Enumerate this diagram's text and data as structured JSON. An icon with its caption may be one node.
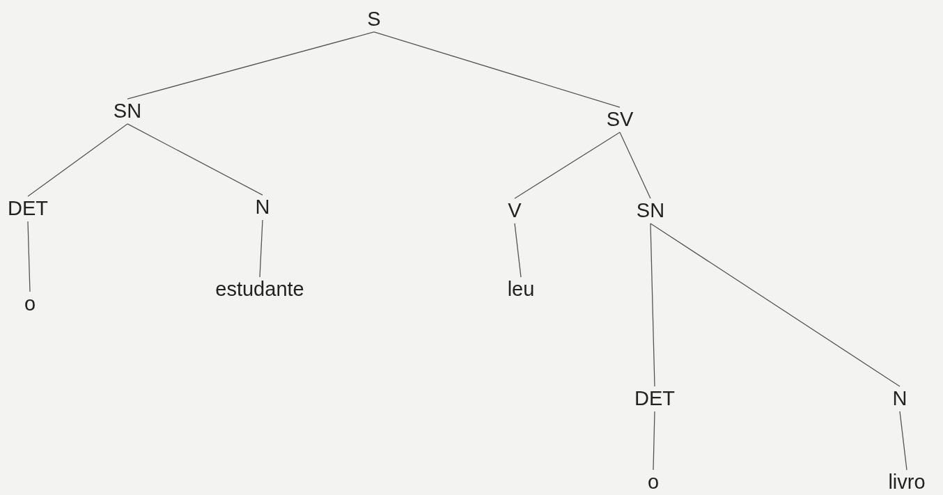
{
  "diagram": {
    "nodes": [
      {
        "text": [
          "S"
        ]
      },
      {
        "text": [
          "SN"
        ]
      },
      {
        "text": [
          "SV"
        ]
      },
      {
        "text": [
          "DET"
        ]
      },
      {
        "text": [
          "N"
        ]
      },
      {
        "text": [
          "o"
        ]
      },
      {
        "text": [
          "estudante"
        ]
      },
      {
        "text": [
          "V"
        ]
      },
      {
        "text": [
          "SN"
        ]
      },
      {
        "text": [
          "leu"
        ]
      },
      {
        "text": [
          "DET"
        ]
      },
      {
        "text": [
          "N"
        ]
      },
      {
        "text": [
          "o"
        ]
      },
      {
        "text": [
          "livro"
        ]
      }
    ],
    "edges": [
      {
        "from": 0,
        "to": 1,
        "arrow": "none"
      },
      {
        "from": 0,
        "to": 2,
        "arrow": "none"
      },
      {
        "from": 1,
        "to": 3,
        "arrow": "none"
      },
      {
        "from": 1,
        "to": 4,
        "arrow": "none"
      },
      {
        "from": 3,
        "to": 5,
        "arrow": "none"
      },
      {
        "from": 4,
        "to": 6,
        "arrow": "none"
      },
      {
        "from": 2,
        "to": 7,
        "arrow": "none"
      },
      {
        "from": 2,
        "to": 8,
        "arrow": "none"
      },
      {
        "from": 7,
        "to": 9,
        "arrow": "none"
      },
      {
        "from": 8,
        "to": 10,
        "arrow": "none"
      },
      {
        "from": 8,
        "to": 11,
        "arrow": "none"
      },
      {
        "from": 10,
        "to": 12,
        "arrow": "none"
      },
      {
        "from": 11,
        "to": 13,
        "arrow": "none"
      }
    ]
  }
}
